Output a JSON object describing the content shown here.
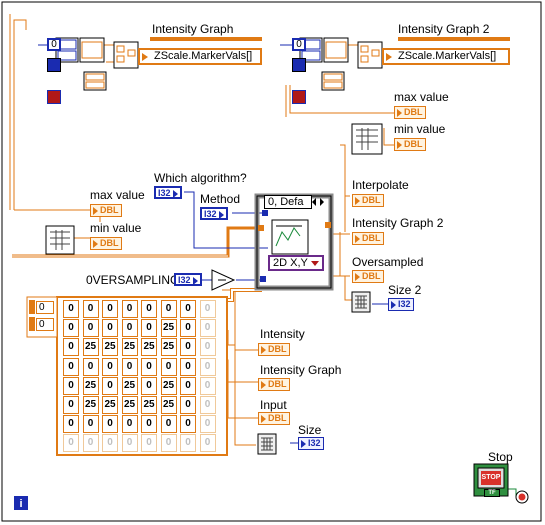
{
  "labels": {
    "intensity_graph": "Intensity Graph",
    "intensity_graph_2": "Intensity Graph 2",
    "max_value_right": "max value",
    "min_value_right": "min value",
    "max_value_left": "max value",
    "min_value_left": "min value",
    "which_algorithm": "Which algorithm?",
    "method": "Method",
    "interpolate": "Interpolate",
    "intensity_graph_2_out": "Intensity Graph 2",
    "oversampled": "Oversampled",
    "size_2": "Size 2",
    "oversampling": "0VERSAMPLING",
    "intensity": "Intensity",
    "intensity_graph_out": "Intensity Graph",
    "input": "Input",
    "size": "Size",
    "stop": "Stop"
  },
  "consts": {
    "left_zero": "0",
    "right_zero": "0",
    "array_index_top": "0",
    "array_index_bottom": "0"
  },
  "terminals": {
    "dbl": "DBL",
    "i32": "I32",
    "tf": "TF"
  },
  "property_nodes": {
    "left": "ZScale.MarkerVals[]",
    "right": "ZScale.MarkerVals[]"
  },
  "case_structure": {
    "selector": "0, Defa",
    "method_dropdown": "2D X,Y"
  },
  "stop_button": {
    "label": "STOP"
  },
  "array_rows": [
    [
      "0",
      "0",
      "0",
      "0",
      "0",
      "0",
      "0",
      "0"
    ],
    [
      "0",
      "0",
      "0",
      "0",
      "0",
      "25",
      "0",
      "0"
    ],
    [
      "0",
      "25",
      "25",
      "25",
      "25",
      "25",
      "0",
      "0"
    ],
    [
      "0",
      "0",
      "0",
      "0",
      "0",
      "0",
      "0",
      "0"
    ],
    [
      "0",
      "25",
      "0",
      "25",
      "0",
      "25",
      "0",
      "0"
    ],
    [
      "0",
      "25",
      "25",
      "25",
      "25",
      "25",
      "0",
      "0"
    ],
    [
      "0",
      "0",
      "0",
      "0",
      "0",
      "0",
      "0",
      "0"
    ],
    [
      "0",
      "0",
      "0",
      "0",
      "0",
      "0",
      "0",
      "0"
    ]
  ],
  "colors": {
    "dbl_wire": "#e07a14",
    "i32_wire": "#1a2bb0",
    "bool_wire": "#1a8a3a",
    "u32_chip": "#1a2bb0"
  }
}
